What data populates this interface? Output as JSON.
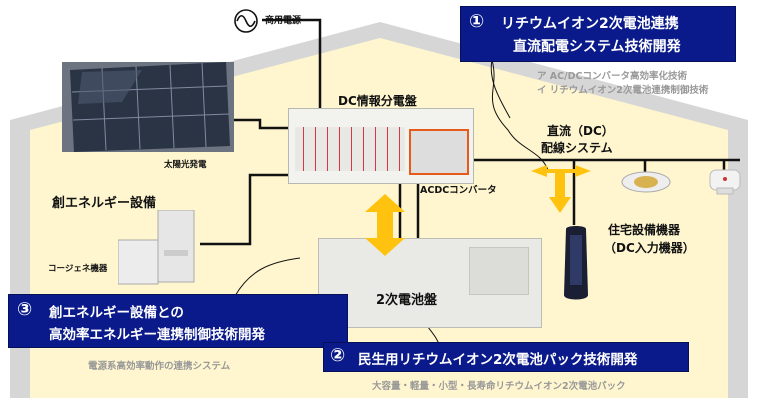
{
  "grid_source": {
    "label": "商用電源"
  },
  "solar": {
    "label": "太陽光発電"
  },
  "dc_panel": {
    "label": "DC情報分電盤"
  },
  "converter": {
    "label": "ACDCコンバータ"
  },
  "dc_wiring": {
    "line1": "直流（DC）",
    "line2": "配線システム"
  },
  "generation": {
    "label": "創エネルギー設備"
  },
  "cogen": {
    "label": "コージェネ機器"
  },
  "battery_panel": {
    "label": "2次電池盤"
  },
  "home_devices": {
    "line1": "住宅設備機器",
    "line2": "（DC入力機器）"
  },
  "theme1": {
    "number": "①",
    "line1": "リチウムイオン2次電池連携",
    "line2": "直流配電システム技術開発",
    "sub1": "ア AC/DCコンバータ高効率化技術",
    "sub2": "イ リチウムイオン2次電池連携制御技術"
  },
  "theme2": {
    "number": "②",
    "line1": "民生用リチウムイオン2次電池パック技術開発",
    "sub": "大容量・軽量・小型・長寿命リチウムイオン2次電池パック"
  },
  "theme3": {
    "number": "③",
    "line1": "創エネルギー設備との",
    "line2": "高効率エネルギー連携制御技術開発",
    "sub": "電源系高効率動作の連携システム"
  },
  "colors": {
    "house": "#fff6cf",
    "roof_outline": "#d9d9d9",
    "theme_box": "#0a1a8a",
    "arrow": "#ffc20e"
  }
}
